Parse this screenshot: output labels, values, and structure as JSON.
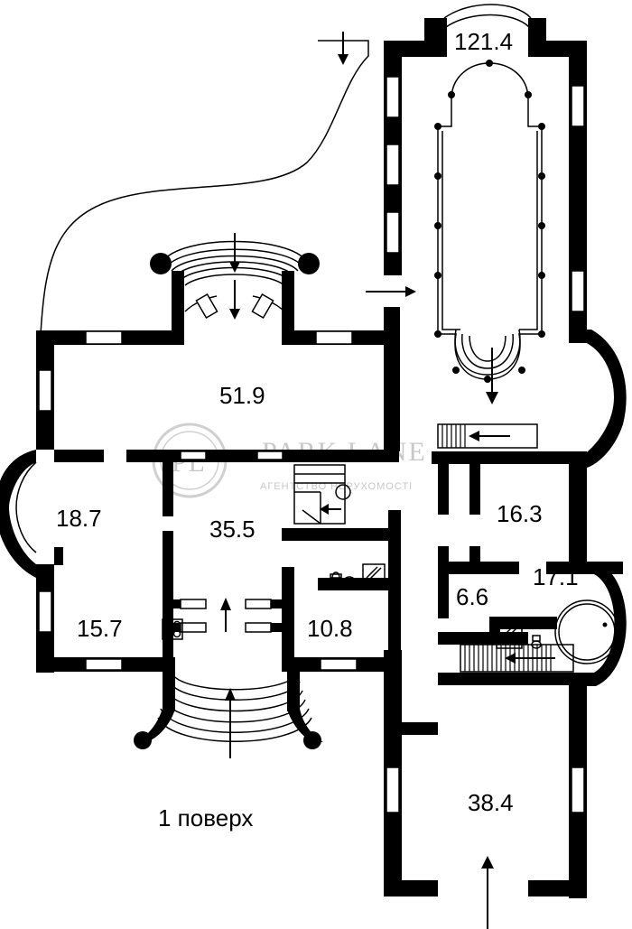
{
  "floor_label": "1 поверх",
  "rooms": [
    {
      "id": "hall-main",
      "area": "51.9"
    },
    {
      "id": "pool-hall",
      "area": "121.4"
    },
    {
      "id": "living-left",
      "area": "18.7"
    },
    {
      "id": "corridor",
      "area": "35.5"
    },
    {
      "id": "kitchen",
      "area": "15.7"
    },
    {
      "id": "room-center",
      "area": "10.8"
    },
    {
      "id": "room-right-upper",
      "area": "16.3"
    },
    {
      "id": "storage",
      "area": "6.6"
    },
    {
      "id": "bath-right",
      "area": "17.1"
    },
    {
      "id": "garage",
      "area": "38.4"
    }
  ],
  "watermark": {
    "logo": "PL",
    "name": "PARK LANE",
    "sub": "АГЕНТСТВО НЕРУХОМОСТІ"
  },
  "icons": [
    "stairs-icon",
    "arrow-icon",
    "toilet-icon",
    "shower-icon",
    "stove-icon",
    "bathtub-icon"
  ]
}
